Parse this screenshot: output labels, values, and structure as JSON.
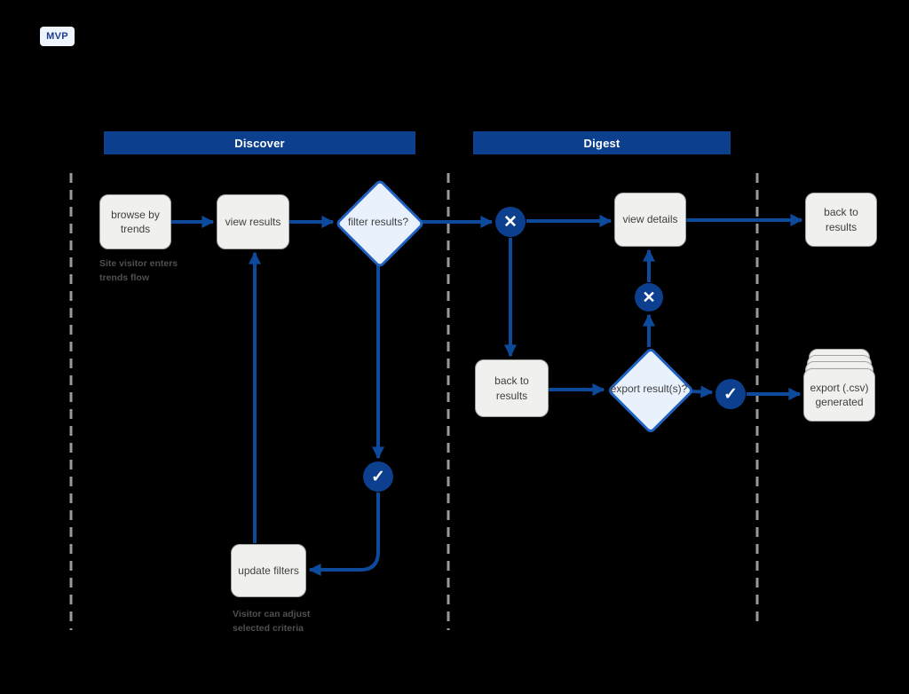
{
  "badge": {
    "label": "MVP"
  },
  "lanes": {
    "discover": "Discover",
    "digest": "Digest"
  },
  "nodes": {
    "browse_by_trends": "browse by trends",
    "view_results": "view results",
    "filter_results": "filter results?",
    "view_details": "view details",
    "back_to_results_top": "back to results",
    "back_to_results_mid": "back to results",
    "export_results": "export result(s)?",
    "update_filters": "update filters",
    "export_generated": "export (.csv) generated"
  },
  "annotations": {
    "enter_flow": "Site visitor enters trends flow",
    "adjust_criteria": "Visitor can adjust selected criteria"
  },
  "icons": {
    "no": "✕",
    "yes": "✓"
  },
  "colors": {
    "navy": "#0d3f8f",
    "arrow": "#0e4a9b",
    "diamond-border": "#2161bd",
    "diamond-fill": "#e9f1fd",
    "box-fill": "#f0f0ee",
    "box-border": "#a3a3a1",
    "dashed": "#999999",
    "badge-bg": "#f0f4fd",
    "badge-text": "#1c3e91"
  }
}
